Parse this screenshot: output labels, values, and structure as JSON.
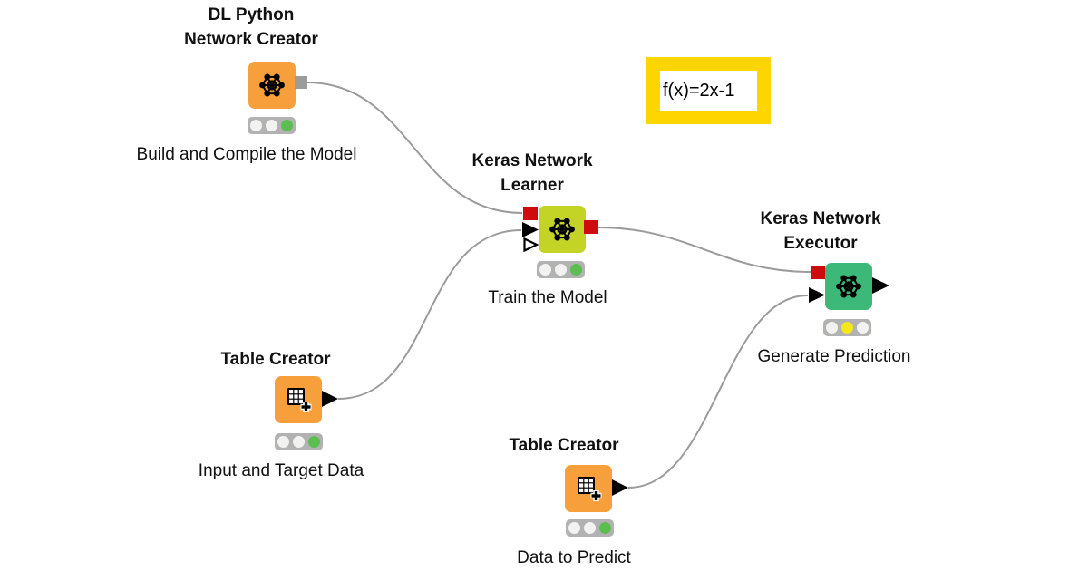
{
  "annotation": {
    "text": "f(x)=2x-1",
    "border_color": "#FFD500",
    "background": "#FFFFFF"
  },
  "colors": {
    "connection": "#9B9B9B",
    "port-red": "#CE0C0C",
    "port-gray": "#9C9C9C",
    "port-black": "#000000",
    "traffic-bar": "#B2B2B2",
    "light-off": "#F2F2F0",
    "light-green": "#5CBE50",
    "light-yellow": "#F5E71A"
  },
  "nodes": [
    {
      "name": "DL Python Network Creator",
      "title_line1": "DL Python",
      "title_line2": "Network Creator",
      "caption": "Build and Compile the Model",
      "color": "#F7A03B",
      "icon": "network-icon",
      "lights": [
        "#F2F2F0",
        "#F2F2F0",
        "#5CBE50"
      ]
    },
    {
      "name": "Keras Network Learner",
      "title_line1": "Keras Network",
      "title_line2": "Learner",
      "caption": "Train the Model",
      "color": "#C3D426",
      "icon": "network-icon",
      "lights": [
        "#F2F2F0",
        "#F2F2F0",
        "#5CBE50"
      ]
    },
    {
      "name": "Keras Network Executor",
      "title_line1": "Keras Network",
      "title_line2": "Executor",
      "caption": "Generate Prediction",
      "color": "#3CB878",
      "icon": "network-icon",
      "lights": [
        "#F2F2F0",
        "#F5E71A",
        "#F2F2F0"
      ]
    },
    {
      "name": "Table Creator",
      "title_line1": "Table Creator",
      "caption": "Input and Target Data",
      "color": "#F7A03B",
      "icon": "table-icon",
      "lights": [
        "#F2F2F0",
        "#F2F2F0",
        "#5CBE50"
      ]
    },
    {
      "name": "Table Creator",
      "title_line1": "Table Creator",
      "caption": "Data to Predict",
      "color": "#F7A03B",
      "icon": "table-icon",
      "lights": [
        "#F2F2F0",
        "#F2F2F0",
        "#5CBE50"
      ]
    }
  ]
}
